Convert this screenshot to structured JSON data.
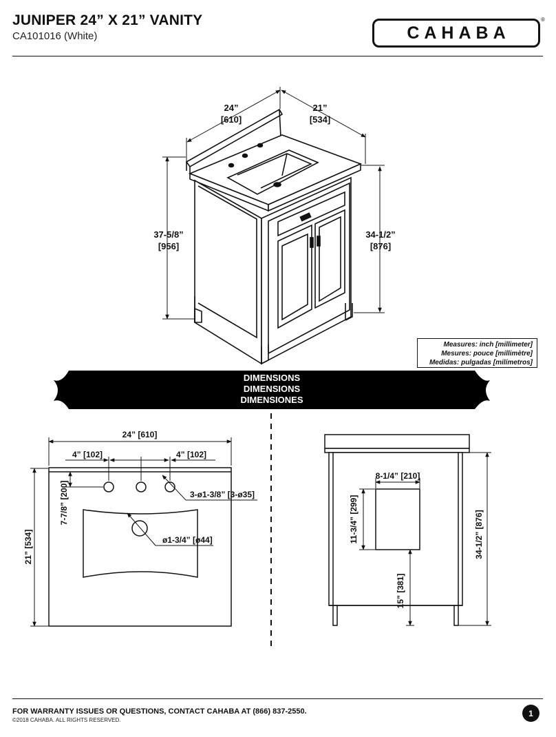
{
  "header": {
    "title": "JUNIPER 24” X 21” VANITY",
    "model": "CA101016 (White)",
    "brand": "CAHABA",
    "brand_mark": "®"
  },
  "units_legend": [
    "Measures: inch [millimeter]",
    "Mesures: pouce [millimètre]",
    "Medidas: pulgadas [milímetros]"
  ],
  "banner": {
    "lines": [
      "DIMENSIONS",
      "DIMENSIONS",
      "DIMENSIONES"
    ]
  },
  "iso_view": {
    "width_in": "24”",
    "width_mm": "[610]",
    "depth_in": "21”",
    "depth_mm": "[534]",
    "height_total_in": "37-5/8”",
    "height_total_mm": "[956]",
    "height_cabinet_in": "34-1/2”",
    "height_cabinet_mm": "[876]"
  },
  "top_view": {
    "overall_width": "24” [610]",
    "left_spread": "4” [102]",
    "right_spread": "4” [102]",
    "faucet_offset": "7-7/8” [200]",
    "faucet_holes": "3-ø1-3/8” [3-ø35]",
    "drain": "ø1-3/4” [ø44]",
    "depth": "21” [534]"
  },
  "side_view": {
    "drain_width": "8-1/4” [210]",
    "drain_height": "11-3/4” [299]",
    "drain_from_floor": "15” [381]",
    "cabinet_height": "34-1/2” [876]"
  },
  "footer": {
    "contact": "FOR WARRANTY ISSUES OR QUESTIONS, CONTACT CAHABA AT (866) 837-2550.",
    "copyright": "©2018 CAHABA. ALL RIGHTS RESERVED.",
    "page": "1"
  }
}
